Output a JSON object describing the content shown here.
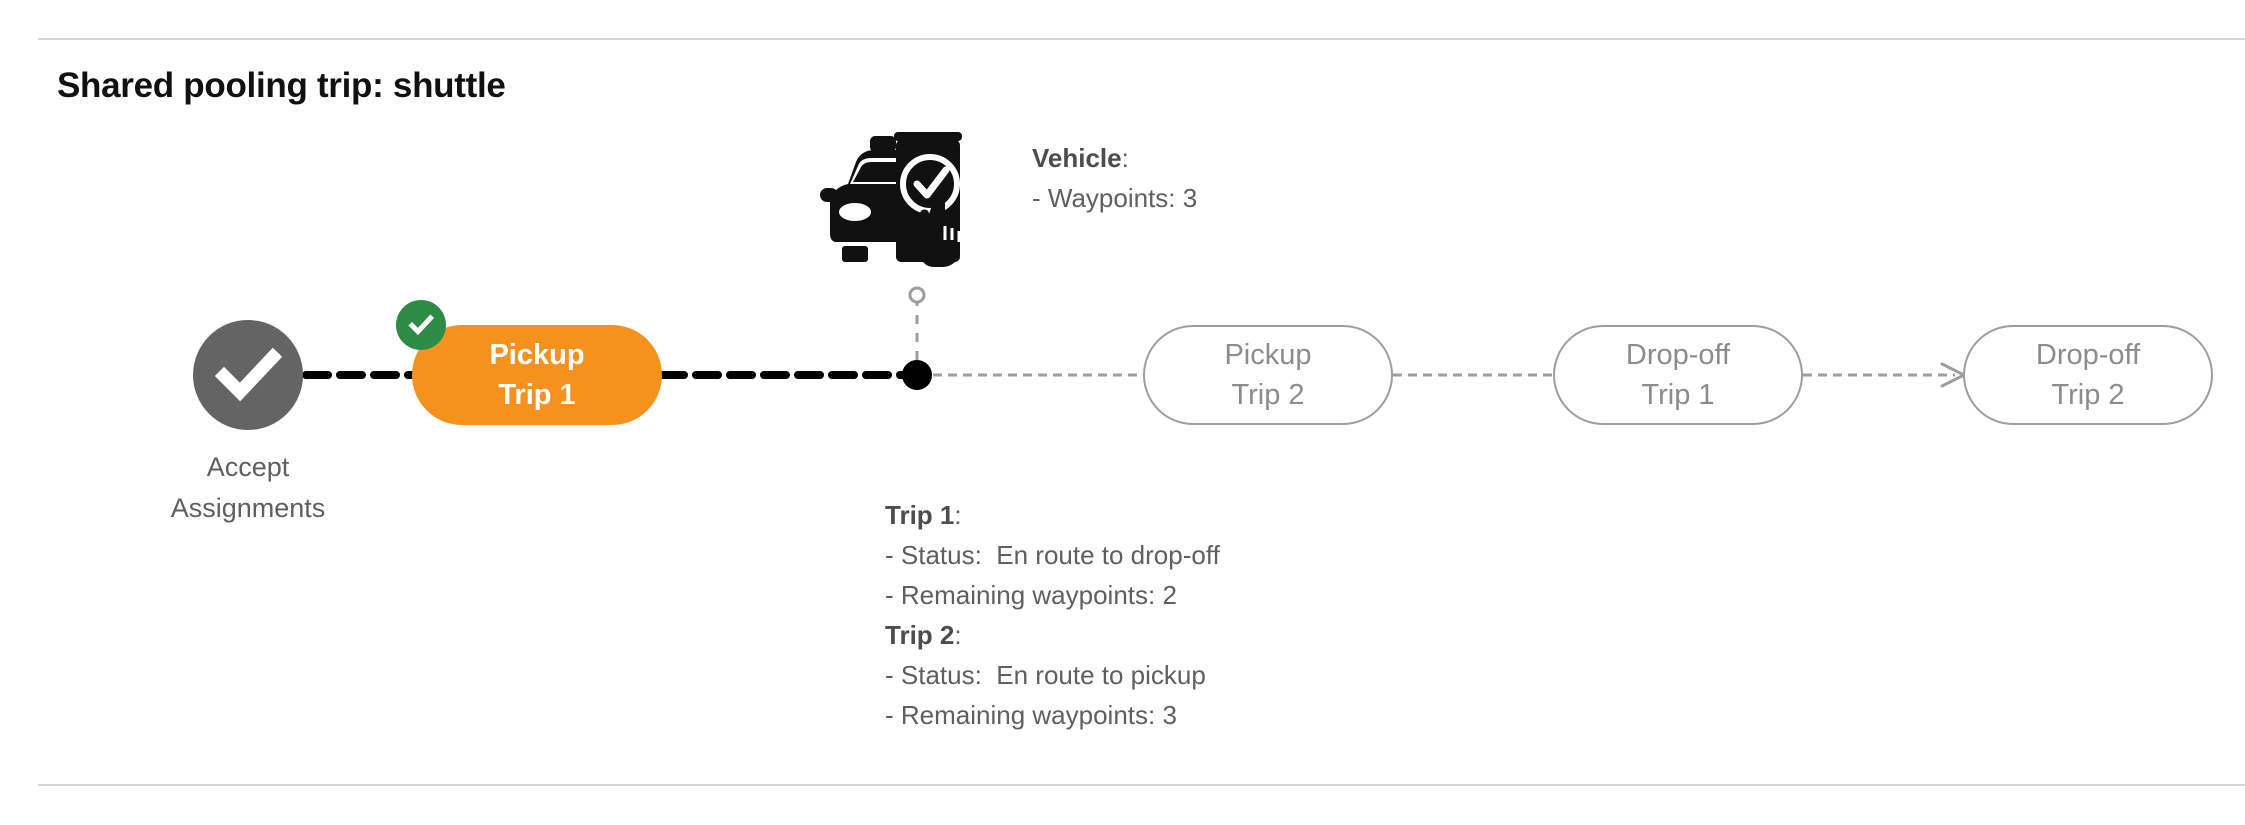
{
  "page": {
    "title": "Shared pooling trip: shuttle",
    "background": "#ffffff",
    "divider_color": "#d6d6d6"
  },
  "colors": {
    "active_pill": "#F5921E",
    "pending_pill_border": "#9e9e9e",
    "pending_pill_text": "#8c8c8c",
    "accept_circle": "#646464",
    "badge_green": "#2E8B45",
    "label_gray": "#5f5f5f",
    "heading_gray": "#4d4d4d",
    "active_path": "#000000",
    "pending_path": "#9e9e9e"
  },
  "flow": {
    "start_node": {
      "icon": "check-circle-icon",
      "label_line1": "Accept",
      "label_line2": "Assignments"
    },
    "completed_badge_icon": "check-badge-icon",
    "vehicle_marker_icon": "vehicle-position-dot",
    "steps": [
      {
        "id": "pickup-trip-1",
        "line1": "Pickup",
        "line2": "Trip 1",
        "state": "active"
      },
      {
        "id": "pickup-trip-2",
        "line1": "Pickup",
        "line2": "Trip 2",
        "state": "pending"
      },
      {
        "id": "dropoff-trip-1",
        "line1": "Drop-off",
        "line2": "Trip 1",
        "state": "pending"
      },
      {
        "id": "dropoff-trip-2",
        "line1": "Drop-off",
        "line2": "Trip 2",
        "state": "pending"
      }
    ]
  },
  "vehicle": {
    "icon": "car-phone-check-icon",
    "heading": "Vehicle",
    "heading_suffix": ":",
    "waypoints_line": "- Waypoints: 3"
  },
  "trips": [
    {
      "heading": "Trip 1",
      "heading_suffix": ":",
      "status_line": "- Status:  En route to drop-off",
      "waypoints_line": "- Remaining waypoints: 2"
    },
    {
      "heading": "Trip 2",
      "heading_suffix": ":",
      "status_line": "- Status:  En route to pickup",
      "waypoints_line": "- Remaining waypoints: 3"
    }
  ]
}
